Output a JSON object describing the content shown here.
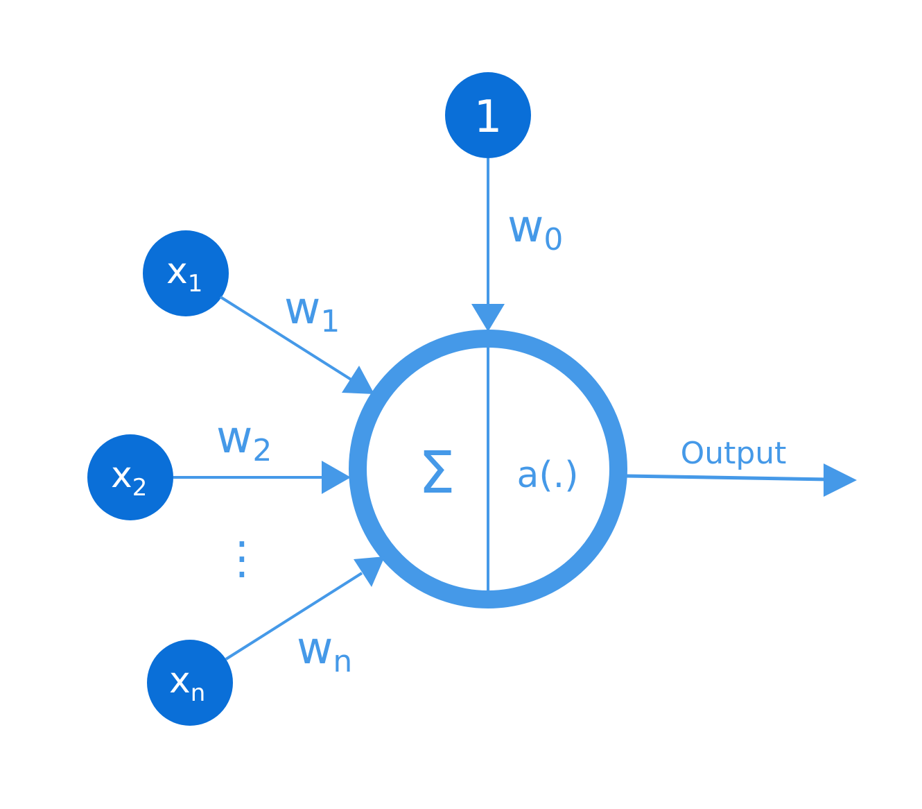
{
  "colors": {
    "node_fill": "#0a6fd8",
    "line": "#4599e8",
    "background": "#ffffff"
  },
  "bias_node": {
    "label": "1"
  },
  "bias_weight": {
    "base": "w",
    "sub": "0"
  },
  "inputs": [
    {
      "base": "x",
      "sub": "1"
    },
    {
      "base": "x",
      "sub": "2"
    },
    {
      "base": "x",
      "sub": "n"
    }
  ],
  "weights": [
    {
      "base": "w",
      "sub": "1"
    },
    {
      "base": "w",
      "sub": "2"
    },
    {
      "base": "w",
      "sub": "n"
    }
  ],
  "ellipsis": "⋮",
  "neuron": {
    "sum_symbol": "Σ",
    "activation": "a(.)"
  },
  "output": {
    "label": "Output"
  }
}
